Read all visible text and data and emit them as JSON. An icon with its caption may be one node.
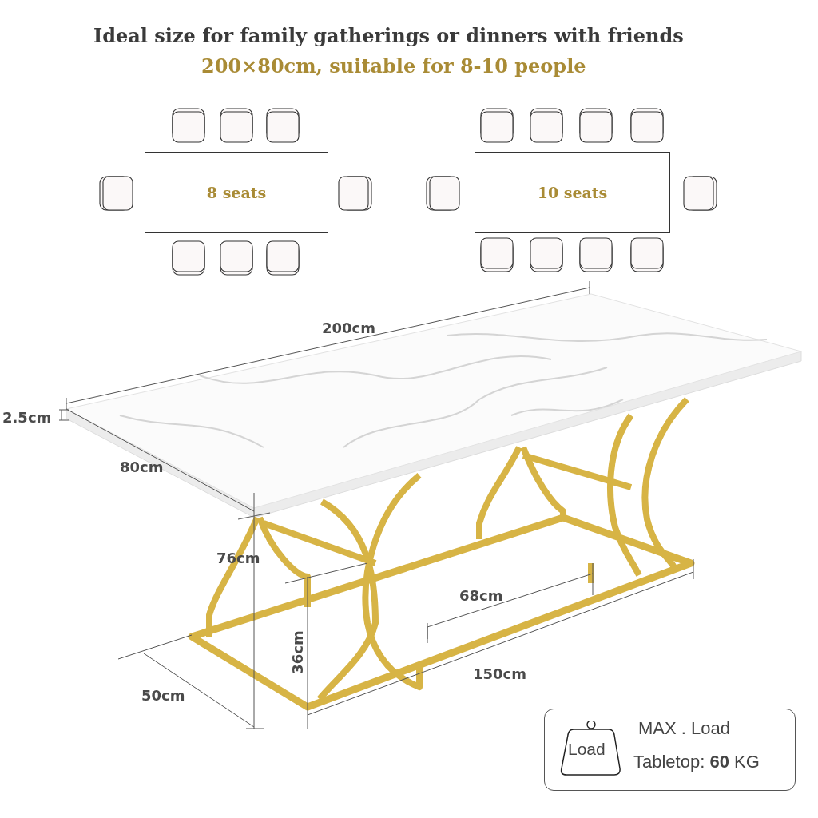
{
  "diagram": {
    "title": "Ideal size for family gatherings or dinners with friends",
    "nodes": [
      {
        "text": [
          "8 seats"
        ]
      },
      {
        "text": [
          "10 seats"
        ]
      },
      {
        "text": [
          "MAX . Load",
          "Tabletop: **60** KG"
        ]
      },
      {
        "text": [
          "Load"
        ],
        "in": 2
      }
    ],
    "labels": [
      "200×80cm, suitable for 8-10 people",
      "200cm",
      "2.5cm",
      "80cm",
      "76cm",
      "68cm",
      "36cm",
      "150cm",
      "50cm"
    ]
  }
}
